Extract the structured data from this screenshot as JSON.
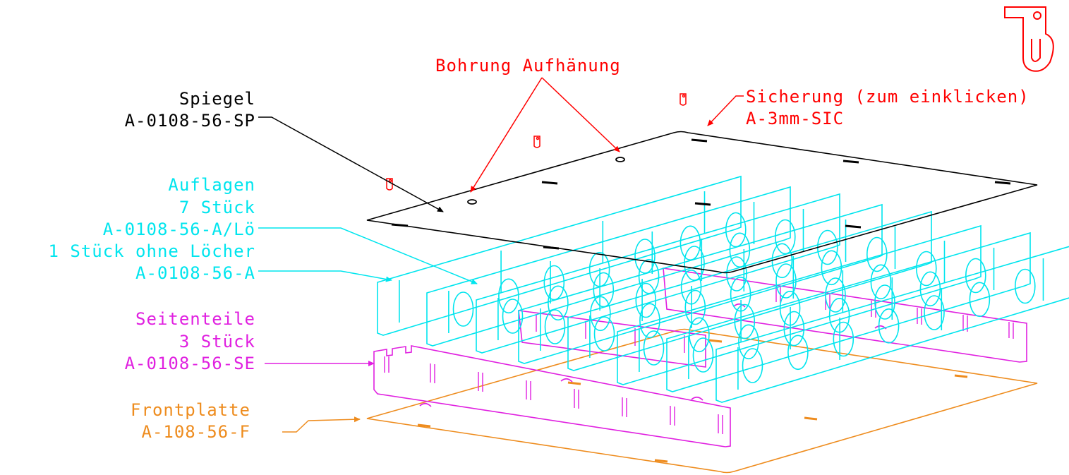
{
  "colors": {
    "black": "#000000",
    "red": "#ff0000",
    "cyan": "#00e5ee",
    "magenta": "#e020e0",
    "orange": "#ee8c1e"
  },
  "labels": {
    "bohrung": "Bohrung Aufhänung",
    "sicherung_title": "Sicherung (zum einklicken)",
    "sicherung_code": "A-3mm-SIC",
    "spiegel_title": "Spiegel",
    "spiegel_code": "A-0108-56-SP",
    "auflagen_title": "Auflagen",
    "auflagen_count": "7 Stück",
    "auflagen_code1": "A-0108-56-A/Lö",
    "auflagen_note": "1 Stück ohne Löcher",
    "auflagen_code2": "A-0108-56-A",
    "seitenteile_title": "Seitenteile",
    "seitenteile_count": "3 Stück",
    "seitenteile_code": "A-0108-56-SE",
    "frontplatte_title": "Frontplatte",
    "frontplatte_code": "A-108-56-F"
  }
}
